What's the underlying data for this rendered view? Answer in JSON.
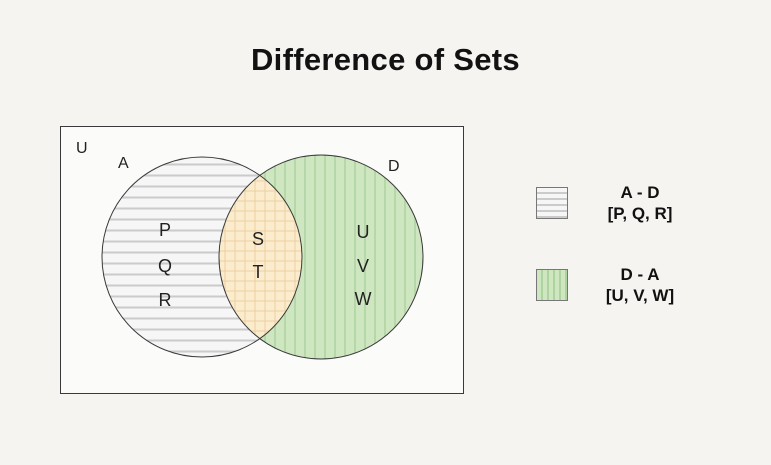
{
  "title": "Difference of Sets",
  "venn": {
    "universal_label": "U",
    "set_a_label": "A",
    "set_d_label": "D",
    "a_only": [
      "P",
      "Q",
      "R"
    ],
    "intersection": [
      "S",
      "T"
    ],
    "d_only": [
      "U",
      "V",
      "W"
    ]
  },
  "legend": {
    "items": [
      {
        "label": "A - D",
        "elements": "[P, Q, R]",
        "swatch": "gray-horizontal-stripes"
      },
      {
        "label": "D - A",
        "elements": "[U, V, W]",
        "swatch": "green-vertical-stripes"
      }
    ]
  },
  "colors": {
    "page_background": "#f5f4f1",
    "set_a_fill": "#f6f6f6",
    "set_a_stripe": "#cbcbcb",
    "set_d_fill": "#cfe7c1",
    "set_d_stripe": "#aed2a0",
    "intersection_fill": "#fcecce",
    "intersection_grid": "#ebcfa0",
    "outline": "#3a3a3a"
  }
}
